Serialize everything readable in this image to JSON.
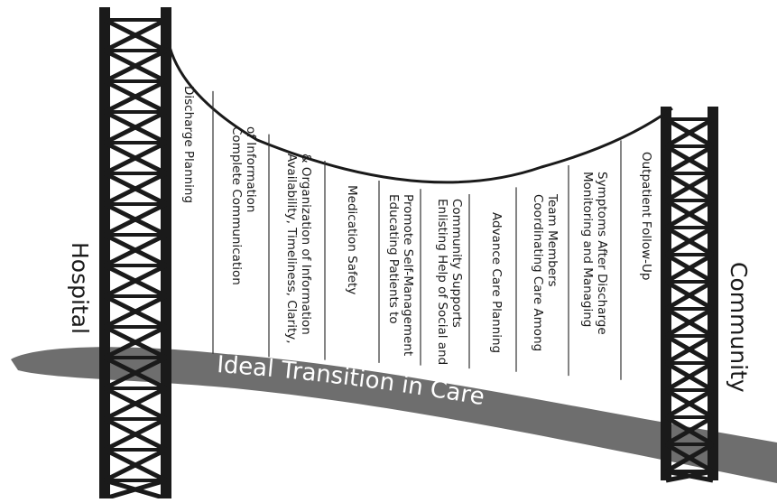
{
  "left_tower_label": "Hospital",
  "right_tower_label": "Community",
  "path_label": "Ideal Transition in Care",
  "components": [
    {
      "lines": [
        "Discharge Planning"
      ]
    },
    {
      "lines": [
        "Complete Communication",
        "of Information"
      ]
    },
    {
      "lines": [
        "Availability, Timeliness, Clarity,",
        "& Organization of Information"
      ]
    },
    {
      "lines": [
        "Medication Safety"
      ]
    },
    {
      "lines": [
        "Educating Patients to",
        "Promote Self-Management"
      ]
    },
    {
      "lines": [
        "Enlisting Help of Social and",
        "Community Supports"
      ]
    },
    {
      "lines": [
        "Advance Care Planning"
      ]
    },
    {
      "lines": [
        "Coordinating Care Among",
        "Team Members"
      ]
    },
    {
      "lines": [
        "Monitoring and Managing",
        "Symptoms After Discharge"
      ]
    },
    {
      "lines": [
        "Outpatient Follow-Up"
      ]
    }
  ],
  "colors": {
    "tower": "#1a1a1a",
    "cable": "#1a1a1a",
    "path": "#6e6e6e",
    "path_text": "#ffffff",
    "text": "#1a1a1a"
  }
}
